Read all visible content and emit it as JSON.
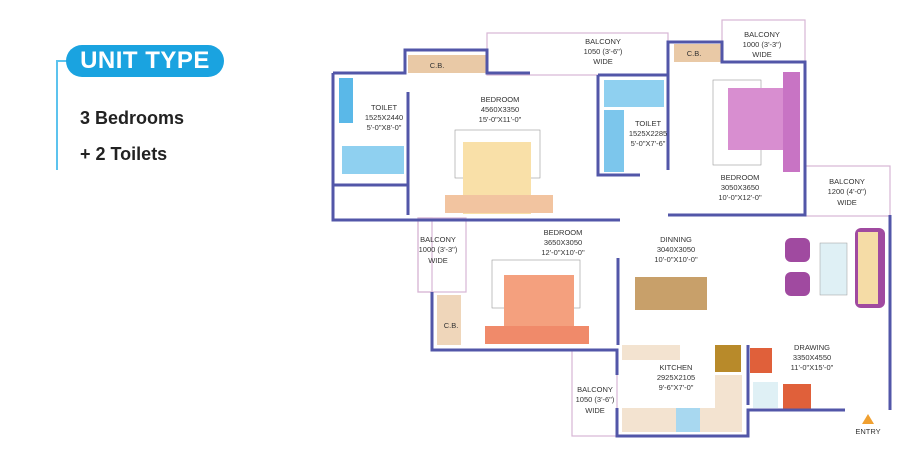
{
  "unit": {
    "title": "UNIT TYPE",
    "line1": "3 Bedrooms",
    "line2": "+ 2 Toilets"
  },
  "rooms": {
    "toilet1": {
      "name": "TOILET",
      "mm": "1525X2440",
      "ft": "5'-0\"X8'-0\""
    },
    "bedroom1": {
      "name": "BEDROOM",
      "mm": "4560X3350",
      "ft": "15'-0\"X11'-0\""
    },
    "cb1": "C.B.",
    "balcony_top": {
      "name": "BALCONY",
      "size": "1050 (3'-6\")",
      "wide": "WIDE"
    },
    "toilet2": {
      "name": "TOILET",
      "mm": "1525X2285",
      "ft": "5'-0\"X7'-6\""
    },
    "cb2": "C.B.",
    "balcony_tr": {
      "name": "BALCONY",
      "size": "1000 (3'-3\")",
      "wide": "WIDE"
    },
    "bedroom2": {
      "name": "BEDROOM",
      "mm": "3050X3650",
      "ft": "10'-0\"X12'-0\""
    },
    "balcony_r": {
      "name": "BALCONY",
      "size": "1200 (4'-0\")",
      "wide": "WIDE"
    },
    "balcony_l": {
      "name": "BALCONY",
      "size": "1000 (3'-3\")",
      "wide": "WIDE"
    },
    "bedroom3": {
      "name": "BEDROOM",
      "mm": "3650X3050",
      "ft": "12'-0\"X10'-0\""
    },
    "cb3": "C.B.",
    "dining": {
      "name": "DINNING",
      "mm": "3040X3050",
      "ft": "10'-0\"X10'-0\""
    },
    "kitchen": {
      "name": "KITCHEN",
      "mm": "2925X2105",
      "ft": "9'-6\"X7'-0\""
    },
    "balcony_b": {
      "name": "BALCONY",
      "size": "1050 (3'-6\")",
      "wide": "WIDE"
    },
    "drawing": {
      "name": "DRAWING",
      "mm": "3350X4550",
      "ft": "11'-0\"X15'-0\""
    },
    "entry": "ENTRY"
  },
  "colors": {
    "wall": "#5256a8",
    "accent": "#1aa3e0"
  }
}
